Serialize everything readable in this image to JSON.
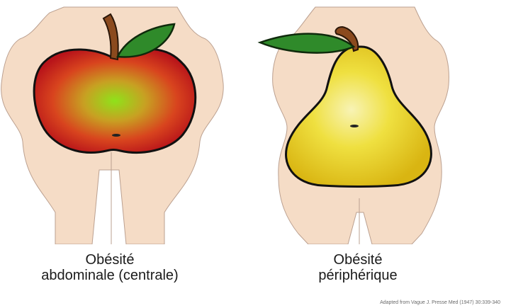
{
  "figures": [
    {
      "id": "apple",
      "caption_line1": "Obésité",
      "caption_line2": "abdominale (centrale)",
      "fruit_icon": "apple-icon",
      "fruit_colors": {
        "center": "#8fe21a",
        "edge": "#c0181a"
      }
    },
    {
      "id": "pear",
      "caption_line1": "Obésité",
      "caption_line2": "périphérique",
      "fruit_icon": "pear-icon",
      "fruit_colors": {
        "center": "#f8f3b5",
        "edge": "#e6c51a"
      }
    }
  ],
  "credit": "Adapted from Vague J. Presse Med (1947) 30:339-340",
  "colors": {
    "skin": "#f5dcc6",
    "skin_outline": "#bba090",
    "leaf": "#2f8a2a",
    "stem": "#8b4a1e"
  }
}
